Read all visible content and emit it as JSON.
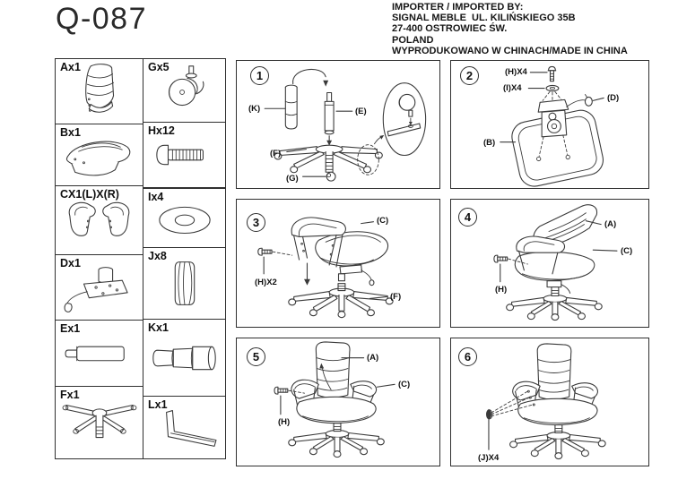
{
  "header": {
    "model": "Q-087",
    "importer_lines": [
      "IMPORTER / IMPORTED BY:",
      "SIGNAL MEBLE  UL. KILIŃSKIEGO 35B",
      "27-400 OSTROWIEC ŚW.",
      "POLAND",
      "WYPRODUKOWANO W CHINACH/MADE IN CHINA"
    ]
  },
  "parts": {
    "left": [
      {
        "label": "Ax1",
        "icon": "backrest-icon"
      },
      {
        "label": "Bx1",
        "icon": "seat-icon"
      },
      {
        "label": "CX1(L)X(R)",
        "icon": "armrest-pair-icon"
      },
      {
        "label": "Dx1",
        "icon": "tilt-mechanism-icon"
      },
      {
        "label": "Ex1",
        "icon": "gas-lift-icon"
      },
      {
        "label": "Fx1",
        "icon": "star-base-icon"
      }
    ],
    "right": [
      {
        "label": "Gx5",
        "icon": "caster-icon"
      },
      {
        "label": "Hx12",
        "icon": "bolt-icon"
      },
      {
        "label": "Ix4",
        "icon": "washer-icon"
      },
      {
        "label": "Jx8",
        "icon": "plug-icon"
      },
      {
        "label": "Kx1",
        "icon": "telescopic-cover-icon"
      },
      {
        "label": "Lx1",
        "icon": "allen-key-icon"
      }
    ]
  },
  "steps": [
    {
      "number": "1",
      "callouts": [
        "(K)",
        "(E)",
        "(F)",
        "(G)"
      ]
    },
    {
      "number": "2",
      "callouts": [
        "(H)X4",
        "(I)X4",
        "(D)",
        "(B)"
      ]
    },
    {
      "number": "3",
      "callouts": [
        "(C)",
        "(H)X2",
        "(F)"
      ]
    },
    {
      "number": "4",
      "callouts": [
        "(A)",
        "(C)",
        "(H)"
      ]
    },
    {
      "number": "5",
      "callouts": [
        "(A)",
        "(C)",
        "(H)"
      ]
    },
    {
      "number": "6",
      "callouts": [
        "(J)X4"
      ]
    }
  ]
}
